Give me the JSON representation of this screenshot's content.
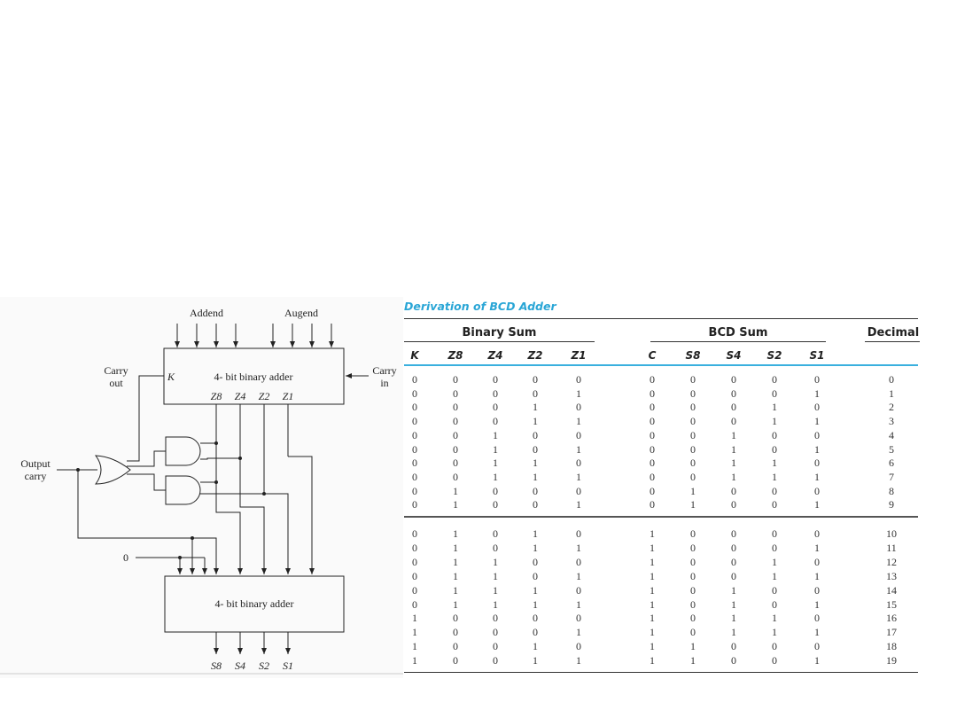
{
  "circuit": {
    "addend_label": "Addend",
    "augend_label": "Augend",
    "adder_top_label": "4- bit binary adder",
    "adder_bottom_label": "4- bit binary adder",
    "carry_out_line1": "Carry",
    "carry_out_line2": "out",
    "carry_in_line1": "Carry",
    "carry_in_line2": "in",
    "k_label": "K",
    "z_labels": [
      "Z8",
      "Z4",
      "Z2",
      "Z1"
    ],
    "output_carry_line1": "Output",
    "output_carry_line2": "carry",
    "zero_label": "0",
    "s_labels": [
      "S8",
      "S4",
      "S2",
      "S1"
    ]
  },
  "table": {
    "title": "Derivation of BCD Adder",
    "group_binary": "Binary Sum",
    "group_bcd": "BCD Sum",
    "group_decimal": "Decimal",
    "headers": [
      "K",
      "Z8",
      "Z4",
      "Z2",
      "Z1",
      "C",
      "S8",
      "S4",
      "S2",
      "S1"
    ],
    "rows": [
      [
        "0",
        "0",
        "0",
        "0",
        "0",
        "0",
        "0",
        "0",
        "0",
        "0",
        "0"
      ],
      [
        "0",
        "0",
        "0",
        "0",
        "1",
        "0",
        "0",
        "0",
        "0",
        "1",
        "1"
      ],
      [
        "0",
        "0",
        "0",
        "1",
        "0",
        "0",
        "0",
        "0",
        "1",
        "0",
        "2"
      ],
      [
        "0",
        "0",
        "0",
        "1",
        "1",
        "0",
        "0",
        "0",
        "1",
        "1",
        "3"
      ],
      [
        "0",
        "0",
        "1",
        "0",
        "0",
        "0",
        "0",
        "1",
        "0",
        "0",
        "4"
      ],
      [
        "0",
        "0",
        "1",
        "0",
        "1",
        "0",
        "0",
        "1",
        "0",
        "1",
        "5"
      ],
      [
        "0",
        "0",
        "1",
        "1",
        "0",
        "0",
        "0",
        "1",
        "1",
        "0",
        "6"
      ],
      [
        "0",
        "0",
        "1",
        "1",
        "1",
        "0",
        "0",
        "1",
        "1",
        "1",
        "7"
      ],
      [
        "0",
        "1",
        "0",
        "0",
        "0",
        "0",
        "1",
        "0",
        "0",
        "0",
        "8"
      ],
      [
        "0",
        "1",
        "0",
        "0",
        "1",
        "0",
        "1",
        "0",
        "0",
        "1",
        "9"
      ],
      [
        "0",
        "1",
        "0",
        "1",
        "0",
        "1",
        "0",
        "0",
        "0",
        "0",
        "10"
      ],
      [
        "0",
        "1",
        "0",
        "1",
        "1",
        "1",
        "0",
        "0",
        "0",
        "1",
        "11"
      ],
      [
        "0",
        "1",
        "1",
        "0",
        "0",
        "1",
        "0",
        "0",
        "1",
        "0",
        "12"
      ],
      [
        "0",
        "1",
        "1",
        "0",
        "1",
        "1",
        "0",
        "0",
        "1",
        "1",
        "13"
      ],
      [
        "0",
        "1",
        "1",
        "1",
        "0",
        "1",
        "0",
        "1",
        "0",
        "0",
        "14"
      ],
      [
        "0",
        "1",
        "1",
        "1",
        "1",
        "1",
        "0",
        "1",
        "0",
        "1",
        "15"
      ],
      [
        "1",
        "0",
        "0",
        "0",
        "0",
        "1",
        "0",
        "1",
        "1",
        "0",
        "16"
      ],
      [
        "1",
        "0",
        "0",
        "0",
        "1",
        "1",
        "0",
        "1",
        "1",
        "1",
        "17"
      ],
      [
        "1",
        "0",
        "0",
        "1",
        "0",
        "1",
        "1",
        "0",
        "0",
        "0",
        "18"
      ],
      [
        "1",
        "0",
        "0",
        "1",
        "1",
        "1",
        "1",
        "0",
        "0",
        "1",
        "19"
      ]
    ]
  }
}
